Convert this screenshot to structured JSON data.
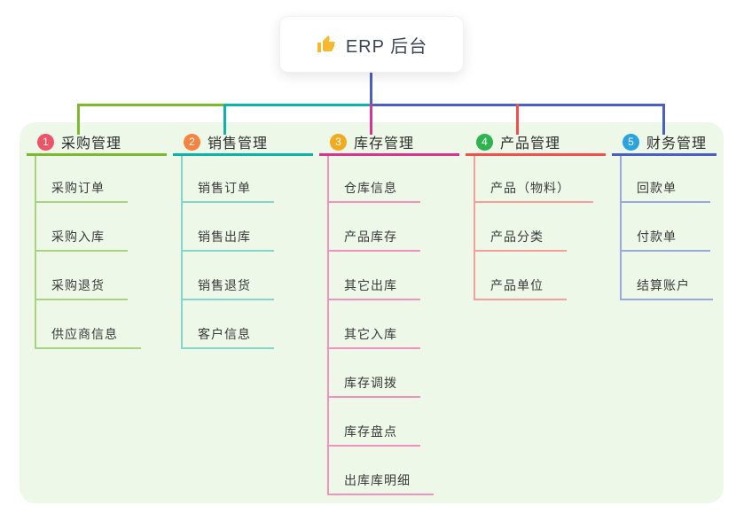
{
  "root": {
    "title": "ERP 后台",
    "icon": "thumbs-up",
    "icon_color": "#f5b82e",
    "line_color": "#4a5ec4"
  },
  "panel": {
    "background": "#edf8e9"
  },
  "branches": [
    {
      "badge": "1",
      "label": "采购管理",
      "badge_color": "#ee5468",
      "line_color": "#7cb92f",
      "sub_line_color": "#a8d482",
      "items": [
        "采购订单",
        "采购入库",
        "采购退货",
        "供应商信息"
      ]
    },
    {
      "badge": "2",
      "label": "销售管理",
      "badge_color": "#f68440",
      "line_color": "#0cb3a8",
      "sub_line_color": "#86d5cd",
      "items": [
        "销售订单",
        "销售出库",
        "销售退货",
        "客户信息"
      ]
    },
    {
      "badge": "3",
      "label": "库存管理",
      "badge_color": "#f0ab20",
      "line_color": "#d6368f",
      "sub_line_color": "#f191bd",
      "items": [
        "仓库信息",
        "产品库存",
        "其它出库",
        "其它入库",
        "库存调拨",
        "库存盘点",
        "出库库明细"
      ]
    },
    {
      "badge": "4",
      "label": "产品管理",
      "badge_color": "#2fb34e",
      "line_color": "#f25050",
      "sub_line_color": "#f79d9b",
      "items": [
        "产品（物料）",
        "产品分类",
        "产品单位"
      ]
    },
    {
      "badge": "5",
      "label": "财务管理",
      "badge_color": "#29a4de",
      "line_color": "#4a5ec4",
      "sub_line_color": "#97a9dd",
      "items": [
        "回款单",
        "付款单",
        "结算账户"
      ]
    }
  ]
}
